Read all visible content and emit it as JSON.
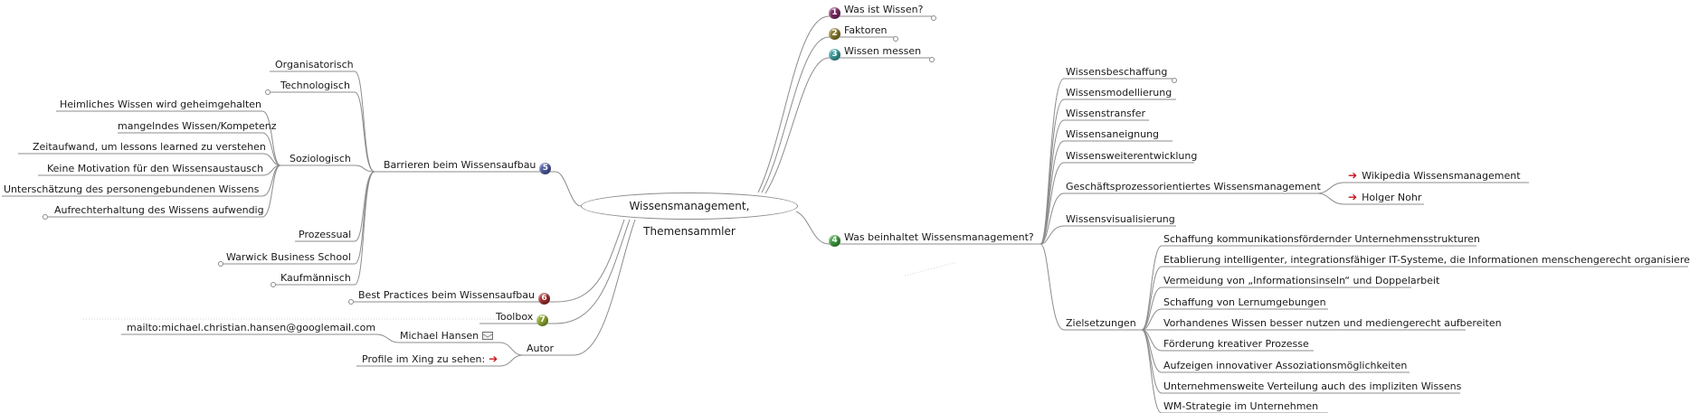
{
  "central": {
    "label": "Wissensmanagement, Themensammler"
  },
  "colors": {
    "line": "#8c8c8c",
    "badge_1": "#7b2c63",
    "badge_2": "#8a7a2c",
    "badge_3": "#3a9a9a",
    "badge_4": "#3c9a3c",
    "badge_5": "#4c5aa0",
    "badge_6": "#a02c2c",
    "badge_7": "#8aa62c",
    "link_arrow": "#c8141e"
  },
  "right": {
    "was_ist_wissen": {
      "badge": "1",
      "label": "Was ist Wissen?"
    },
    "faktoren": {
      "badge": "2",
      "label": "Faktoren"
    },
    "wissen_messen": {
      "badge": "3",
      "label": "Wissen messen"
    },
    "was_beinhaltet": {
      "badge": "4",
      "label": "Was beinhaltet Wissensmanagement?",
      "children": [
        "Wissensbeschaffung",
        "Wissensmodellierung",
        "Wissenstransfer",
        "Wissensaneignung",
        "Wissensweiterentwicklung",
        "Geschäftsprozessorientiertes Wissensmanagement",
        "Wissensvisualisierung",
        "Zielsetzungen"
      ],
      "links": [
        "Wikipedia Wissensmanagement",
        "Holger Nohr"
      ],
      "ziele": [
        "Schaffung kommunikationsfördernder Unternehmensstrukturen",
        "Etablierung intelligenter, integrationsfähiger IT-Systeme, die Informationen menschengerecht organisieren",
        "Vermeidung von „Informationsinseln“ und Doppelarbeit",
        "Schaffung von Lernumgebungen",
        "Vorhandenes Wissen besser nutzen und mediengerecht aufbereiten",
        "Förderung kreativer Prozesse",
        "Aufzeigen innovativer Assoziationsmöglichkeiten",
        "Unternehmensweite Verteilung auch des impliziten Wissens",
        "WM-Strategie im Unternehmen"
      ]
    }
  },
  "left": {
    "barrieren": {
      "badge": "5",
      "label": "Barrieren beim Wissensaufbau",
      "children": [
        "Organisatorisch",
        "Technologisch",
        "Soziologisch",
        "Prozessual",
        "Warwick Business School",
        "Kaufmännisch"
      ],
      "soziologisch": [
        "Heimliches Wissen wird geheimgehalten",
        "mangelndes Wissen/Kompetenz",
        "Zeitaufwand, um lessons learned zu verstehen",
        "Keine Motivation für den Wissensaustausch",
        "Unterschätzung des personengebundenen Wissens",
        "Aufrechterhaltung des Wissens aufwendig"
      ]
    },
    "best_practices": {
      "badge": "6",
      "label": "Best Practices beim Wissensaufbau"
    },
    "toolbox": {
      "badge": "7",
      "label": "Toolbox"
    },
    "autor": {
      "label": "Autor",
      "name": "Michael Hansen",
      "email": "mailto:michael.christian.hansen@googlemail.com",
      "xing": "Profile im Xing zu sehen:"
    }
  }
}
